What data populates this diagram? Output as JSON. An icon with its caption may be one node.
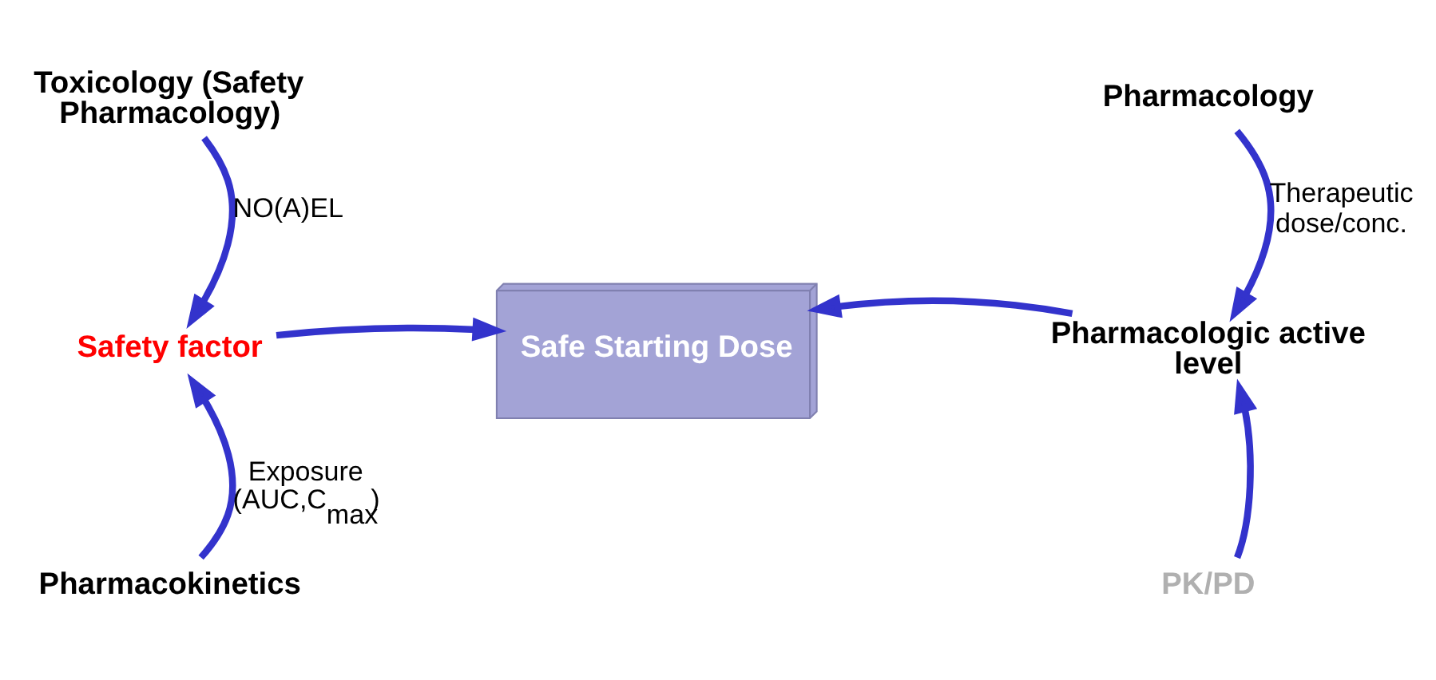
{
  "diagram": {
    "nodes": [
      {
        "text": [
          "Toxicology (Safety Pharmacology)"
        ]
      },
      {
        "text": [
          "Safety factor"
        ]
      },
      {
        "text": [
          "Safe Starting Dose"
        ]
      },
      {
        "text": [
          "Pharmacology"
        ]
      },
      {
        "text": [
          "Pharmacologic active level"
        ]
      },
      {
        "text": [
          "Pharmacokinetics"
        ]
      },
      {
        "text": [
          "PK/PD"
        ]
      }
    ],
    "edges": [
      {
        "from": 0,
        "to": 1,
        "arrow": "to",
        "label": "NO(A)EL"
      },
      {
        "from": 5,
        "to": 1,
        "arrow": "to",
        "label": "Exposure (AUC,C$_{max}$)"
      },
      {
        "from": 1,
        "to": 2,
        "arrow": "to"
      },
      {
        "from": 3,
        "to": 4,
        "arrow": "to",
        "label": "Therapeutic dose/conc."
      },
      {
        "from": 6,
        "to": 4,
        "arrow": "to"
      },
      {
        "from": 4,
        "to": 2,
        "arrow": "to"
      }
    ]
  }
}
